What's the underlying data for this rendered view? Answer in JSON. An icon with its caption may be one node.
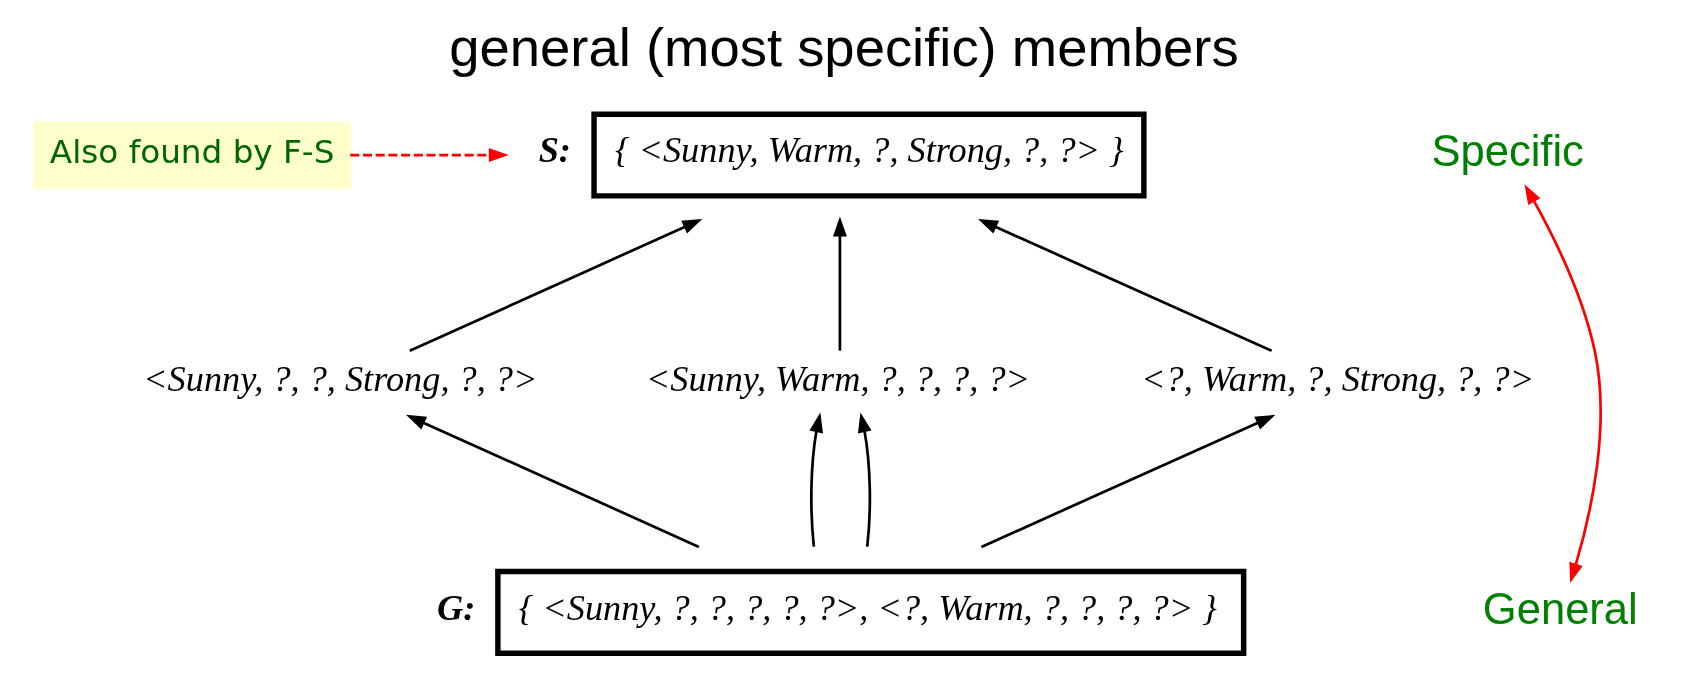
{
  "diagram": {
    "title": "general (most specific) members",
    "nodes": [
      {
        "text": [
          "S:",
          "{ <Sunny, Warm, ?, Strong, ?, ?> }"
        ]
      },
      {
        "text": [
          "Also found by F-S"
        ]
      },
      {
        "text": [
          "Specific"
        ]
      },
      {
        "text": [
          "<Sunny, ?, ?, Strong, ?, ?>"
        ]
      },
      {
        "text": [
          "<Sunny, Warm, ?, ?, ?, ?>"
        ]
      },
      {
        "text": [
          "<?, Warm, ?, Strong, ?, ?>"
        ]
      },
      {
        "text": [
          "G:",
          "{ <Sunny, ?, ?, ?, ?, ?>, <?, Warm, ?, ?, ?, ?> }"
        ]
      },
      {
        "text": [
          "General"
        ]
      }
    ],
    "edges": [
      {
        "from": 1,
        "to": 0,
        "arrow": "to",
        "style": "dashed",
        "color": "#ff0000"
      },
      {
        "from": 3,
        "to": 0,
        "arrow": "to"
      },
      {
        "from": 4,
        "to": 0,
        "arrow": "to"
      },
      {
        "from": 5,
        "to": 0,
        "arrow": "to"
      },
      {
        "from": 6,
        "to": 3,
        "arrow": "to"
      },
      {
        "from": 6,
        "to": 4,
        "arrow": "to"
      },
      {
        "from": 6,
        "to": 4,
        "arrow": "to"
      },
      {
        "from": 6,
        "to": 5,
        "arrow": "to"
      },
      {
        "from": 2,
        "to": 7,
        "arrow": "both",
        "color": "#ff0000"
      }
    ]
  }
}
